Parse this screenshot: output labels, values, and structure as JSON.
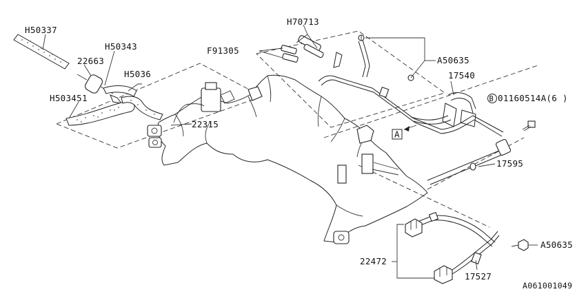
{
  "callouts": {
    "h50337": "H50337",
    "h70713": "H70713",
    "f91305": "F91305",
    "a50635_top": "A50635",
    "h50343": "H50343",
    "p22663": "22663",
    "h5036": "H5036",
    "h503451": "H503451",
    "p17540": "17540",
    "bolt_prefix": "B",
    "bolt_code": "01160514A(6 )",
    "section_ref": "A",
    "p22315": "22315",
    "p17595": "17595",
    "a50635_bottom": "A50635",
    "p22472": "22472",
    "p17527": "17527",
    "figure_id": "A061001049"
  }
}
